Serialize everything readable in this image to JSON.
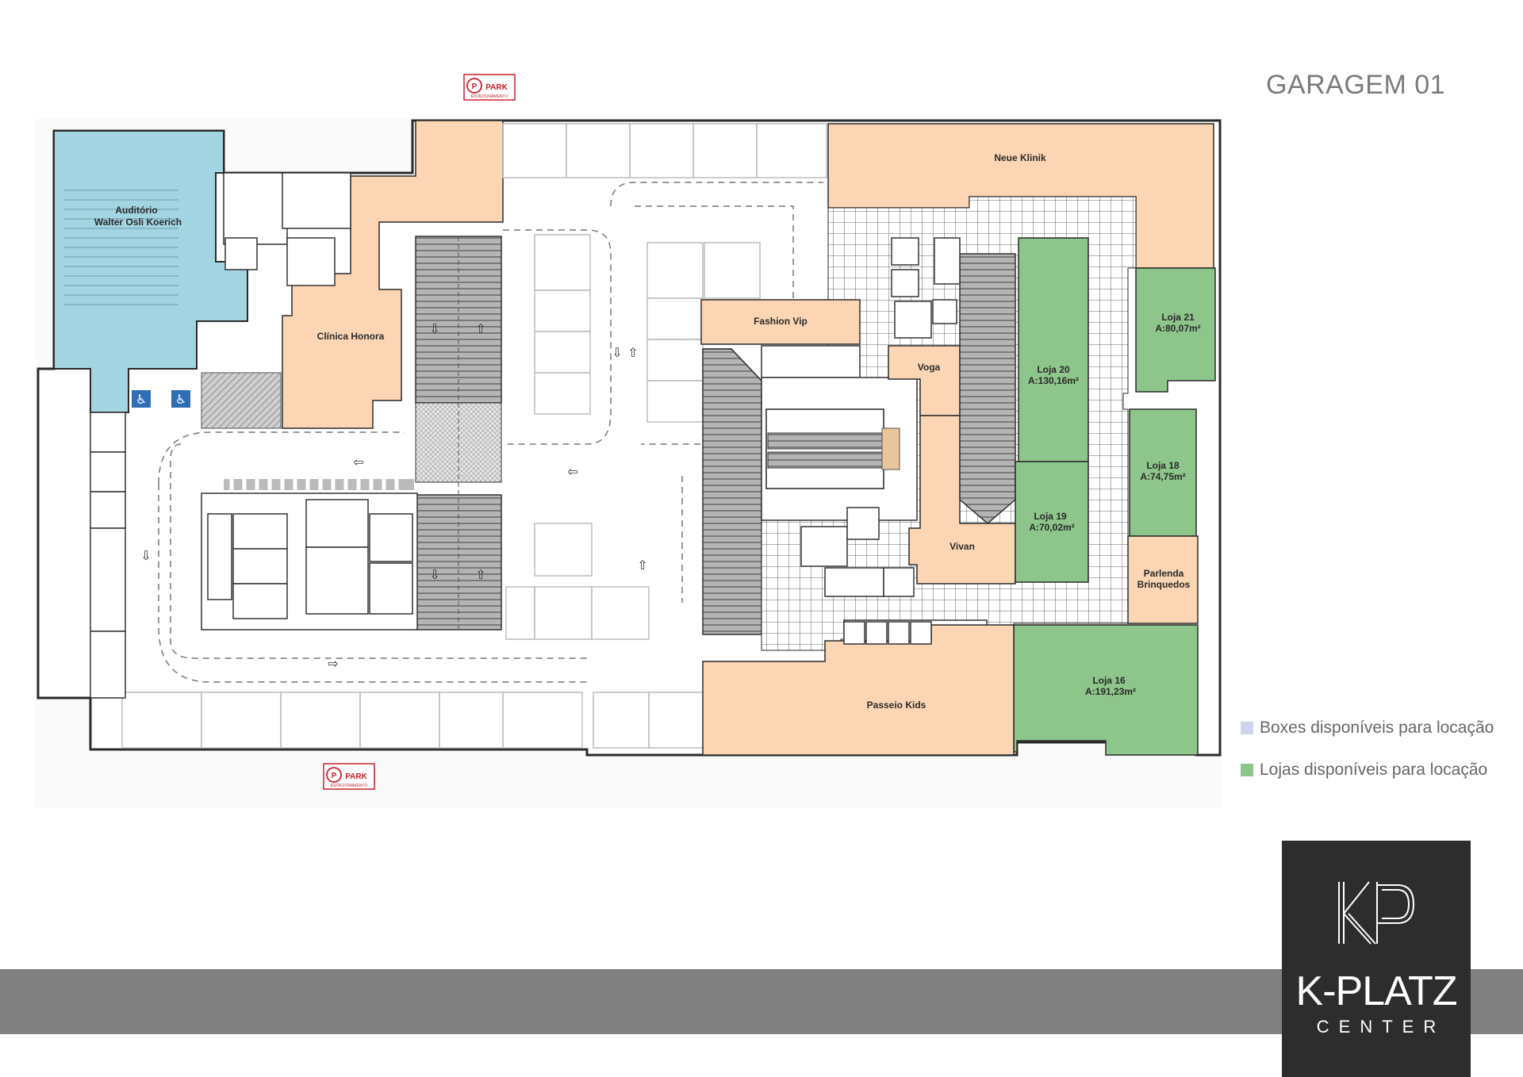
{
  "title": "GARAGEM 01",
  "colors": {
    "shop_available": "#8dc58a",
    "box_available": "#cbd6ec",
    "occupied": "#fcd6b4",
    "auditorium": "#a3d4e2",
    "logo_bg": "#2e2d2d",
    "footer": "#808080",
    "park_red": "#c8202a"
  },
  "rooms": {
    "auditorio_line1": "Auditório",
    "auditorio_line2": "Walter Osli Koerich",
    "clinica_honora": "Clínica Honora",
    "neue_klinik": "Neue Klinik",
    "fashion_vip": "Fashion Vip",
    "voga": "Voga",
    "vivan": "Vivan",
    "passeio_kids": "Passeio Kids",
    "parlenda_line1": "Parlenda",
    "parlenda_line2": "Brinquedos",
    "loja21_name": "Loja 21",
    "loja21_area": "A:80,07m²",
    "loja20_name": "Loja 20",
    "loja20_area": "A:130,16m²",
    "loja18_name": "Loja 18",
    "loja18_area": "A:74,75m²",
    "loja19_name": "Loja 19",
    "loja19_area": "A:70,02m²",
    "loja16_name": "Loja 16",
    "loja16_area": "A:191,23m²"
  },
  "park_sign": {
    "letter": "P",
    "label": "PARK",
    "sub": "ESTACIONAMENTO"
  },
  "legend": [
    {
      "label": "Boxes disponíveis para locação",
      "color": "#cbd6ec"
    },
    {
      "label": "Lojas disponíveis para locação",
      "color": "#8dc58a"
    }
  ],
  "brand": {
    "name": "K-PLATZ",
    "sub": "CENTER"
  }
}
